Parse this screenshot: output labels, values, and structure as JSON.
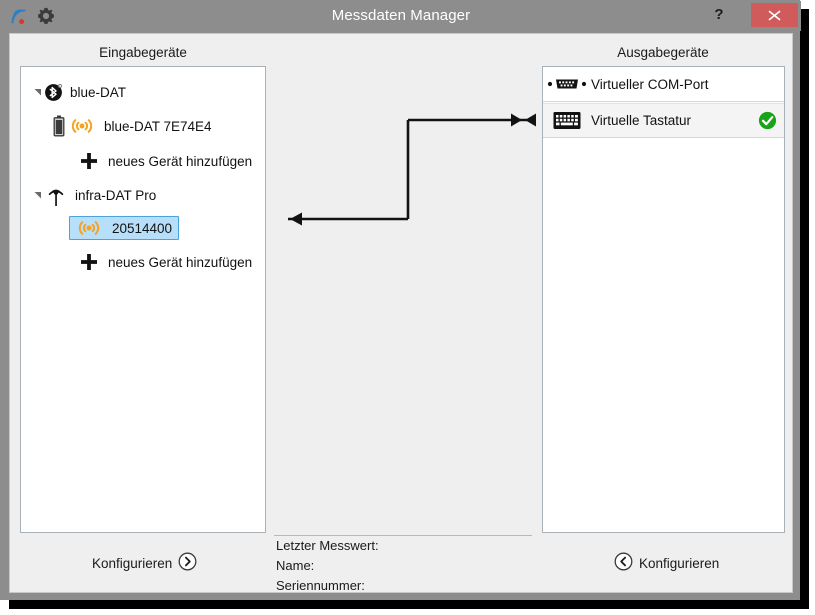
{
  "window": {
    "title": "Messdaten Manager",
    "app_icon": "signal-wave-icon",
    "settings_icon": "gear-icon",
    "help_label": "?",
    "close_label": "×"
  },
  "columns": {
    "input_header": "Eingabegeräte",
    "output_header": "Ausgabegeräte"
  },
  "tree": {
    "items": [
      {
        "label": "blue-DAT",
        "icon": "bluetooth-icon",
        "level": 0,
        "expander": "expanded",
        "selected": false
      },
      {
        "label": "blue-DAT 7E74E4",
        "icon": "battery-icon",
        "icon2": "wireless-signal-icon",
        "level": 1,
        "expander": "none",
        "selected": false
      },
      {
        "label": "neues Gerät hinzufügen",
        "icon": "plus-icon",
        "level": 1,
        "expander": "none",
        "selected": false
      },
      {
        "label": "infra-DAT Pro",
        "icon": "antenna-tower-icon",
        "level": 0,
        "expander": "expanded",
        "selected": false
      },
      {
        "label": "20514400",
        "icon2": "wireless-signal-icon",
        "level": 1,
        "expander": "none",
        "selected": true
      },
      {
        "label": "neues Gerät hinzufügen",
        "icon": "plus-icon",
        "level": 1,
        "expander": "none",
        "selected": false
      }
    ]
  },
  "output_devices": {
    "items": [
      {
        "label": "Virtueller COM-Port",
        "icon": "serial-port-icon",
        "active": false
      },
      {
        "label": "Virtuelle Tastatur",
        "icon": "keyboard-icon",
        "active": true,
        "status_icon": "check-circle-icon"
      }
    ]
  },
  "info": {
    "last_value_label": "Letzter Messwert:",
    "name_label": "Name:",
    "serial_label": "Seriennummer:"
  },
  "buttons": {
    "configure_left": "Konfigurieren",
    "configure_right": "Konfigurieren"
  },
  "colors": {
    "titlebar": "#8d8d8d",
    "close_button": "#d05b5b",
    "client_background": "#efefef",
    "selection": "#b7dffa",
    "selection_border": "#4aa3dd",
    "signal_orange": "#f5a21e",
    "status_green": "#18a318"
  },
  "diagram": {
    "description": "connection-path-z-shape",
    "top_arrow": "double-arrow-right",
    "bottom_arrow": "single-arrow-left"
  }
}
